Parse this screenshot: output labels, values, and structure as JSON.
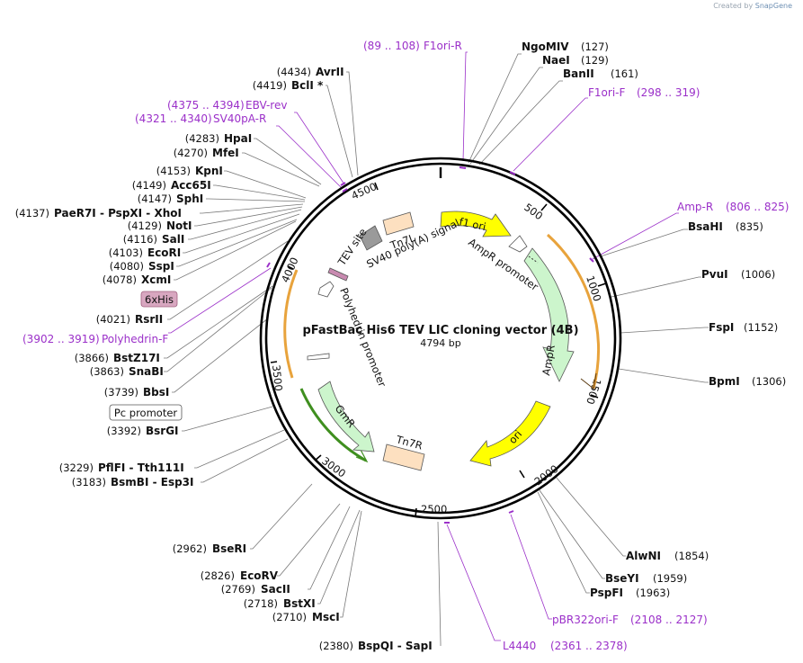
{
  "credit": {
    "prefix": "Created by",
    "brand": "SnapGene"
  },
  "map": {
    "title": "pFastBac His6 TEV LIC cloning vector (4B)",
    "length_label": "4794 bp",
    "total_bp": 4794,
    "tick_labels": [
      "500",
      "1000",
      "1500",
      "2000",
      "2500",
      "3000",
      "3500",
      "4000",
      "4500"
    ]
  },
  "right_sites": [
    {
      "pos": "(127)",
      "name": "NgoMIV"
    },
    {
      "pos": "(129)",
      "name": "NaeI"
    },
    {
      "pos": "(161)",
      "name": "BanII"
    },
    {
      "pos": "(835)",
      "name": "BsaHI"
    },
    {
      "pos": "(1006)",
      "name": "PvuI"
    },
    {
      "pos": "(1152)",
      "name": "FspI"
    },
    {
      "pos": "(1306)",
      "name": "BpmI"
    },
    {
      "pos": "(1854)",
      "name": "AlwNI"
    },
    {
      "pos": "(1959)",
      "name": "BseYI"
    },
    {
      "pos": "(1963)",
      "name": "PspFI"
    }
  ],
  "left_sites": [
    {
      "pos": "(4434)",
      "name": "AvrII"
    },
    {
      "pos": "(4419)",
      "name": "BclI *"
    },
    {
      "pos": "(4283)",
      "name": "HpaI"
    },
    {
      "pos": "(4270)",
      "name": "MfeI"
    },
    {
      "pos": "(4153)",
      "name": "KpnI"
    },
    {
      "pos": "(4149)",
      "name": "Acc65I"
    },
    {
      "pos": "(4147)",
      "name": "SphI"
    },
    {
      "pos": "(4137)",
      "name": "PaeR7I - PspXI - XhoI"
    },
    {
      "pos": "(4129)",
      "name": "NotI"
    },
    {
      "pos": "(4116)",
      "name": "SalI"
    },
    {
      "pos": "(4103)",
      "name": "EcoRI"
    },
    {
      "pos": "(4080)",
      "name": "SspI"
    },
    {
      "pos": "(4078)",
      "name": "XcmI"
    },
    {
      "pos": "(4021)",
      "name": "RsrII"
    },
    {
      "pos": "(3866)",
      "name": "BstZ17I"
    },
    {
      "pos": "(3863)",
      "name": "SnaBI"
    },
    {
      "pos": "(3739)",
      "name": "BbsI"
    },
    {
      "pos": "(3392)",
      "name": "BsrGI"
    },
    {
      "pos": "(3229)",
      "name": "PflFI - Tth111I"
    },
    {
      "pos": "(3183)",
      "name": "BsmBI - Esp3I"
    }
  ],
  "bottom_sites": [
    {
      "pos": "(2962)",
      "name": "BseRI"
    },
    {
      "pos": "(2826)",
      "name": "EcoRV"
    },
    {
      "pos": "(2769)",
      "name": "SacII"
    },
    {
      "pos": "(2718)",
      "name": "BstXI"
    },
    {
      "pos": "(2710)",
      "name": "MscI"
    },
    {
      "pos": "(2380)",
      "name": "BspQI - SapI"
    }
  ],
  "primers": [
    {
      "range": "(89 .. 108)",
      "name": "F1ori-R"
    },
    {
      "range": "(298 .. 319)",
      "name": "F1ori-F"
    },
    {
      "range": "(806 .. 825)",
      "name": "Amp-R"
    },
    {
      "range": "(2108 .. 2127)",
      "name": "pBR322ori-F"
    },
    {
      "range": "(2361 .. 2378)",
      "name": "L4440"
    },
    {
      "range": "(3902 .. 3919)",
      "name": "Polyhedrin-F"
    },
    {
      "range": "(4375 .. 4394)",
      "name": "EBV-rev"
    },
    {
      "range": "(4321 .. 4340)",
      "name": "SV40pA-R"
    }
  ],
  "feature_boxes": {
    "his": "6xHis",
    "pc": "Pc promoter"
  },
  "features": {
    "f1ori": "f1 ori",
    "amp_promoter": "AmpR promoter",
    "ampr": "AmpR",
    "ori": "ori",
    "tn7r": "Tn7R",
    "gmr": "GmR",
    "polyhedrin": "Polyhedrin promoter",
    "tev": "TEV site",
    "sv40": "SV40 poly(A) signal",
    "tn7l": "Tn7L"
  },
  "colors": {
    "f1ori": "#ffff00",
    "ampr": "#ccf5cc",
    "ori": "#ffff00",
    "tn7": "#fde0c0",
    "primer": "#9b30c9",
    "orange": "#e8a33c",
    "green_arc": "#3f8f1f",
    "his": "#d8a7c0"
  }
}
